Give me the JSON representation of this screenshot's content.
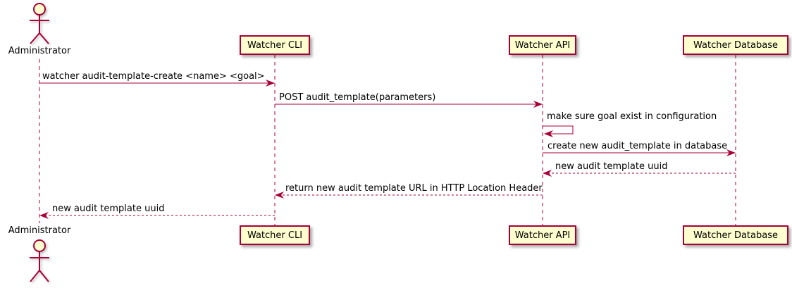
{
  "diagram": {
    "type": "uml-sequence-diagram",
    "colors": {
      "participant_fill": "#FEFECE",
      "participant_border": "#A80036",
      "arrow": "#A80036",
      "lifeline": "#A80036",
      "text": "#000000",
      "background": "#FFFFFF"
    },
    "actor": {
      "name": "Administrator"
    },
    "participants": [
      {
        "label": "Watcher CLI"
      },
      {
        "label": "Watcher API"
      },
      {
        "label": "Watcher Database"
      }
    ],
    "messages": [
      {
        "text": "watcher audit-template-create <name> <goal>",
        "from": "Administrator",
        "to": "Watcher CLI",
        "line": "solid"
      },
      {
        "text": "POST audit_template(parameters)",
        "from": "Watcher CLI",
        "to": "Watcher API",
        "line": "solid"
      },
      {
        "text": "make sure goal exist in configuration",
        "from": "Watcher API",
        "to": "Watcher API",
        "line": "self"
      },
      {
        "text": "create new audit_template in database",
        "from": "Watcher API",
        "to": "Watcher Database",
        "line": "solid"
      },
      {
        "text": "new audit template uuid",
        "from": "Watcher Database",
        "to": "Watcher API",
        "line": "dashed"
      },
      {
        "text": "return new audit template URL in HTTP Location Header",
        "from": "Watcher API",
        "to": "Watcher CLI",
        "line": "dashed"
      },
      {
        "text": "new audit template uuid",
        "from": "Watcher CLI",
        "to": "Administrator",
        "line": "dashed"
      }
    ]
  }
}
